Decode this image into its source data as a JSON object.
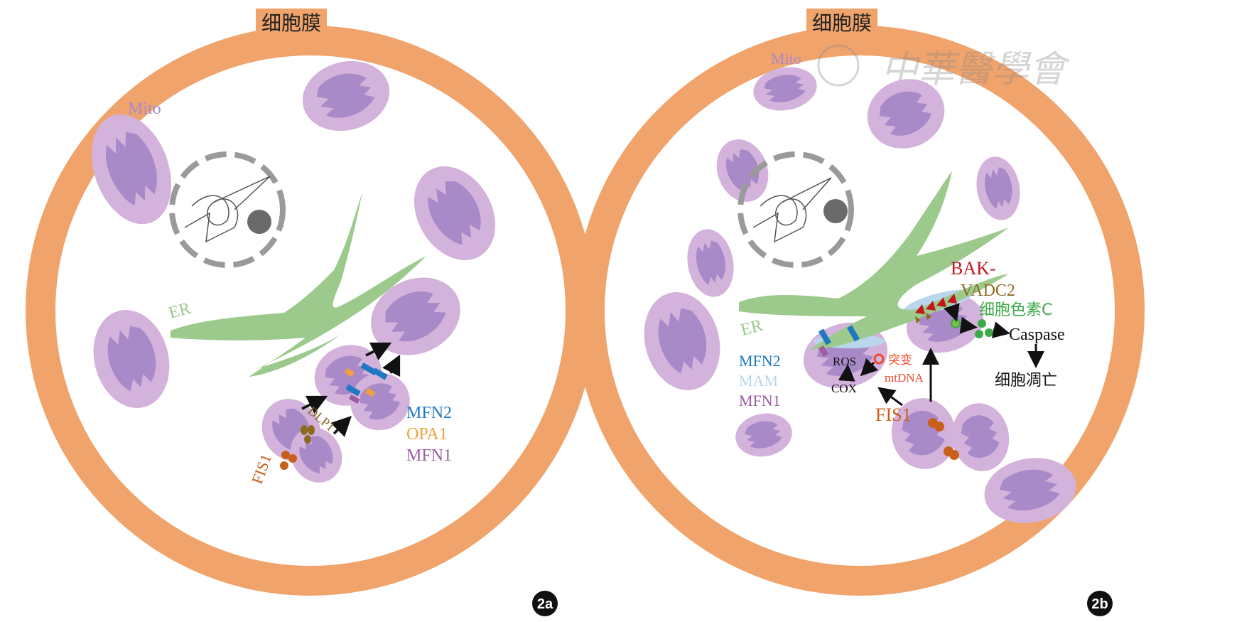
{
  "colors": {
    "membrane": "#f0a36b",
    "mito_outer": "#d3b2dc",
    "mito_inner": "#a98ac8",
    "er": "#9cc98c",
    "nucleus": "#9a9a9a",
    "mfn2": "#1f78c1",
    "opa1": "#f0a040",
    "mfn1": "#9b5ca3",
    "fis1": "#c8601c",
    "dlp1": "#8c6a1e",
    "mam": "#b9d6ec",
    "bak": "#c0161c",
    "vdac": "#8c6a1e",
    "cytc": "#3daa4a",
    "mut": "#f04a2a"
  },
  "panel_a": {
    "membrane_label": "细胞膜",
    "mito_label": "Mito",
    "er_label": "ER",
    "dlp1_label": "DLP1",
    "fis1_label": "FIS1",
    "mfn2_label": "MFN2",
    "opa1_label": "OPA1",
    "mfn1_label": "MFN1",
    "badge": "2a"
  },
  "panel_b": {
    "membrane_label": "细胞膜",
    "mito_label": "Mito",
    "er_label": "ER",
    "mfn2_label": "MFN2",
    "mam_label": "MAM",
    "mfn1_label": "MFN1",
    "ros_label": "ROS",
    "cox_label": "COX",
    "mutation_label": "突变",
    "mtdna_label": "mtDNA",
    "fis1_label": "FIS1",
    "bak_label": "BAK-",
    "vadc2_label": "VADC2",
    "cytc_label": "细胞色素C",
    "caspase_label": "Caspase",
    "apoptosis_label": "细胞凋亡",
    "badge": "2b",
    "watermark": "中華醫學會"
  }
}
